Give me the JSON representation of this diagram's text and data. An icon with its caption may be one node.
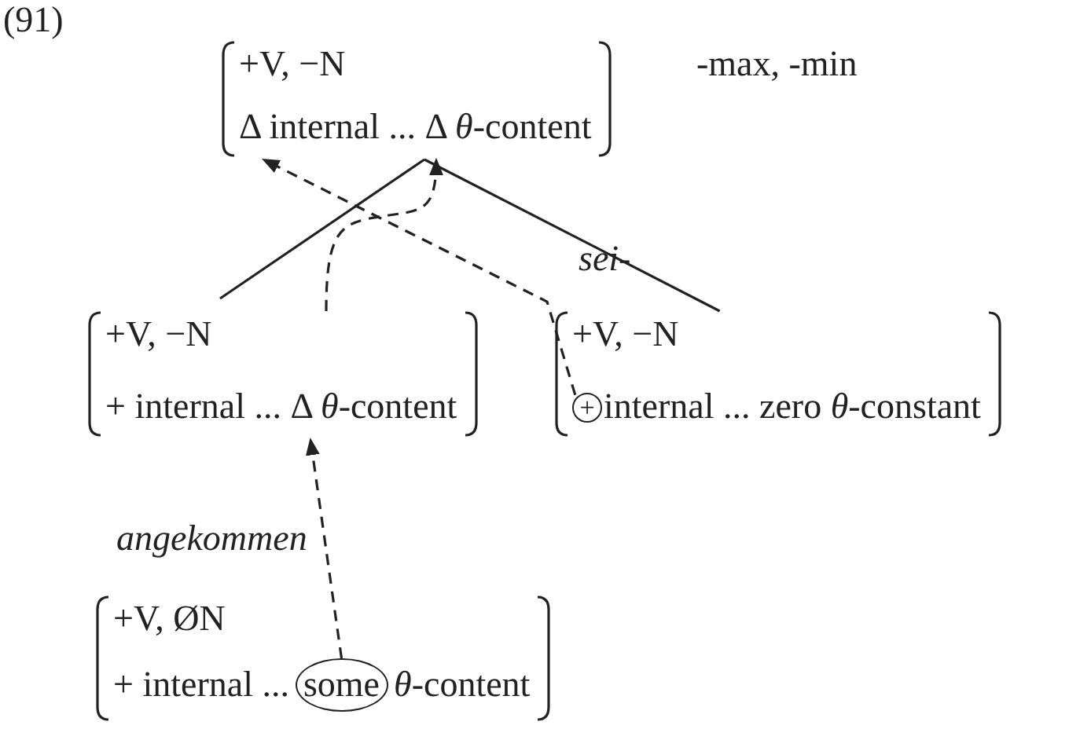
{
  "diagram": {
    "nodes": [
      {
        "text": [
          "+V, −N",
          "Δ internal ... Δ *θ*-content"
        ],
        "beside": [
          "-max, -min"
        ]
      },
      {
        "text": [
          "+V, −N",
          "+ internal ...  Δ *θ*-content"
        ]
      },
      {
        "text": [
          "+V, −N",
          "internal ... zero *θ*-constant"
        ],
        "beside": [
          "sei-"
        ]
      },
      {
        "text": [
          "+"
        ],
        "in": 2
      },
      {
        "text": [
          "+V, ØN",
          "+ internal ...",
          "*θ*-content"
        ],
        "beside": [
          "angekommen"
        ]
      },
      {
        "text": [
          "some"
        ],
        "in": 4
      }
    ],
    "edges": [
      {
        "from": 0,
        "to": 1,
        "arrow": "none"
      },
      {
        "from": 0,
        "to": 2,
        "arrow": "none"
      },
      {
        "from": 3,
        "to": 0,
        "arrow": "to",
        "style": "dashed"
      },
      {
        "from": 1,
        "to": 0,
        "arrow": "to",
        "style": "dashed"
      },
      {
        "from": 5,
        "to": 1,
        "arrow": "to",
        "style": "dashed"
      }
    ],
    "labels": [
      "(91)"
    ]
  }
}
